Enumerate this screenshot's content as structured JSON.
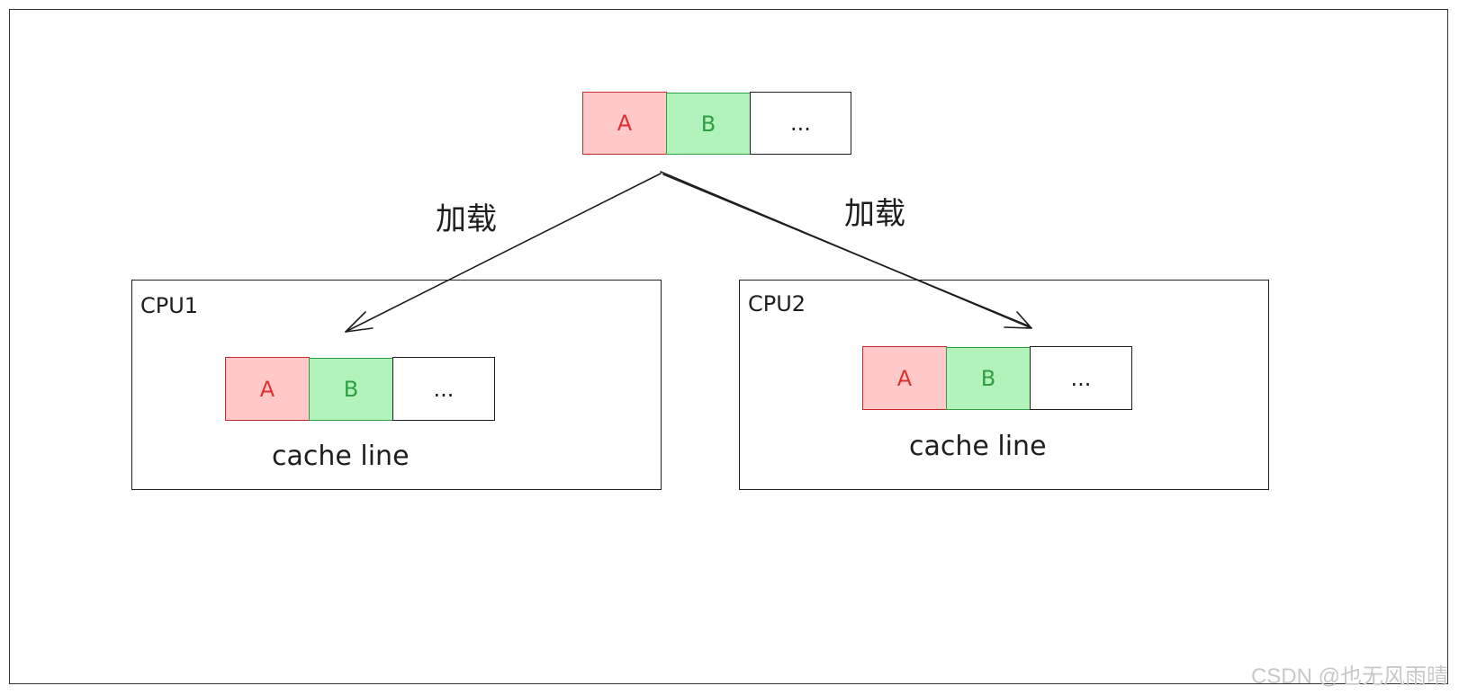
{
  "memory_line": {
    "cell_a": "A",
    "cell_b": "B",
    "cell_more": "..."
  },
  "load_left": "加载",
  "load_right": "加载",
  "cpu1": {
    "label": "CPU1",
    "cell_a": "A",
    "cell_b": "B",
    "cell_more": "...",
    "caption": "cache line"
  },
  "cpu2": {
    "label": "CPU2",
    "cell_a": "A",
    "cell_b": "B",
    "cell_more": "...",
    "caption": "cache line"
  },
  "watermark": "CSDN @也无风雨晴",
  "colors": {
    "cell_a_fill": "#ffc9c9",
    "cell_a_stroke": "#e03131",
    "cell_b_fill": "#b2f2bb",
    "cell_b_stroke": "#2f9e44"
  }
}
